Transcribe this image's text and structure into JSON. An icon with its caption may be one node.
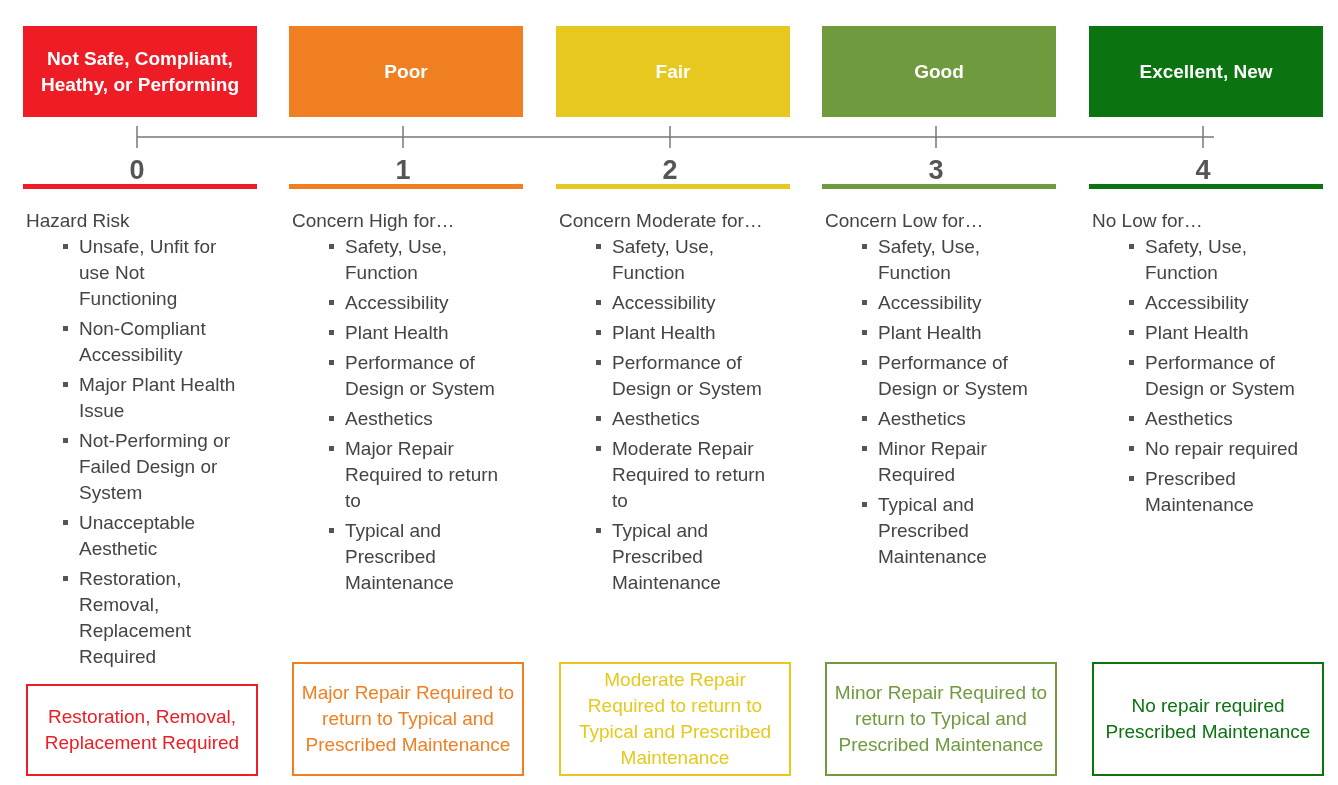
{
  "diagram": {
    "nodes": [
      {
        "text": [
          "Not Safe, Compliant, Heathy, or Performing"
        ]
      },
      {
        "text": [
          "Poor"
        ]
      },
      {
        "text": [
          "Fair"
        ]
      },
      {
        "text": [
          "Good"
        ]
      },
      {
        "text": [
          "Excellent, New"
        ]
      },
      {
        "text": [
          "Restoration, Removal, Replacement Required"
        ]
      },
      {
        "text": [
          "Major Repair Required to return to Typical and Prescribed Maintenance"
        ]
      },
      {
        "text": [
          "Moderate Repair Required to return to Typical and Prescribed Maintenance"
        ]
      },
      {
        "text": [
          "Minor Repair Required to return to Typical and Prescribed Maintenance"
        ]
      },
      {
        "text": [
          "No repair required Prescribed Maintenance"
        ]
      }
    ],
    "labels": [
      "0",
      "Hazard Risk",
      "Unsafe, Unfit for use Not Functioning",
      "Non-Compliant Accessibility",
      "Major Plant Health Issue",
      "Not-Performing or Failed Design or System",
      "Unacceptable Aesthetic",
      "Restoration, Removal, Replacement Required",
      "1",
      "Concern High for…",
      "Safety, Use, Function",
      "Accessibility",
      "Plant Health",
      "Performance of Design or System",
      "Aesthetics",
      "Major Repair Required to return to",
      "Typical and Prescribed Maintenance",
      "2",
      "Concern Moderate for…",
      "Safety, Use, Function",
      "Accessibility",
      "Plant Health",
      "Performance of Design or System",
      "Aesthetics",
      "Moderate Repair Required to return to",
      "Typical and Prescribed Maintenance",
      "3",
      "Concern Low for…",
      "Safety, Use, Function",
      "Accessibility",
      "Plant Health",
      "Performance of Design or System",
      "Aesthetics",
      "Minor Repair Required",
      "Typical and Prescribed Maintenance",
      "4",
      "No Low for…",
      "Safety, Use, Function",
      "Accessibility",
      "Plant Health",
      "Performance of Design or System",
      "Aesthetics",
      "No repair required",
      "Prescribed Maintenance"
    ]
  }
}
